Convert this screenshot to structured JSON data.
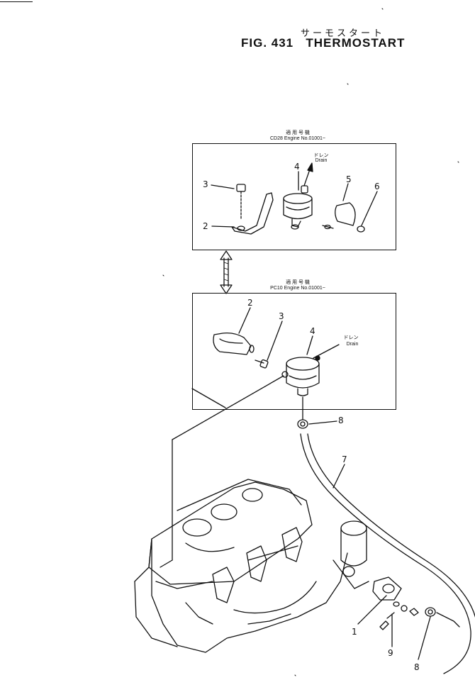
{
  "header": {
    "title_jp": "サーモスタート",
    "fig_number": "FIG. 431",
    "fig_title": "THERMOSTART"
  },
  "upper_box": {
    "caption_jp": "適 用 号 機",
    "caption": "CD28  Engine  No.01001~",
    "drain_jp": "ドレン",
    "drain": "Drain",
    "callouts": [
      "2",
      "3",
      "4",
      "5",
      "6"
    ]
  },
  "lower_box": {
    "caption_jp": "適 用 号 機",
    "caption": "PC10  Engine  No.01001~",
    "drain_jp": "ドレン",
    "drain": "Drain",
    "callouts": [
      "2",
      "3",
      "4"
    ]
  },
  "engine_callouts": [
    "8",
    "7",
    "1",
    "9",
    "8"
  ]
}
